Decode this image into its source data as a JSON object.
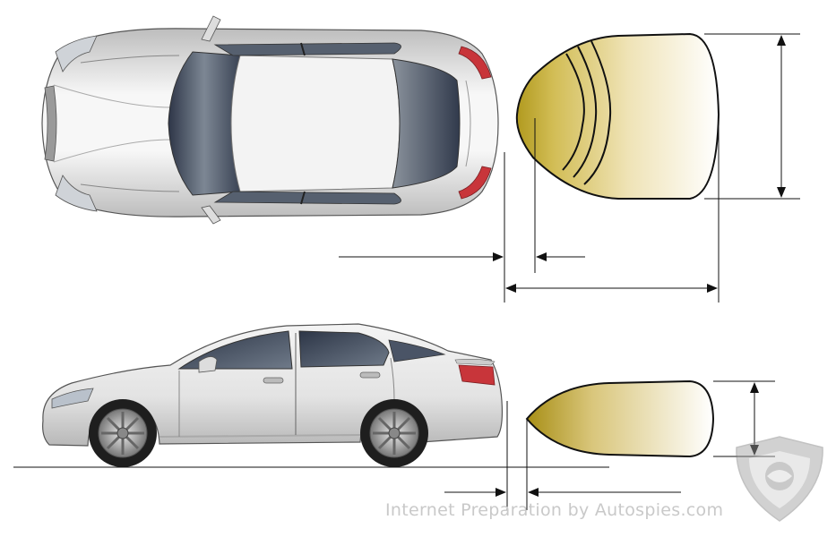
{
  "watermark": {
    "text": "Internet Preparation by Autospies.com",
    "logo_icon": "autospies-shield-logo"
  },
  "colors": {
    "beam_core": "#b8a02a",
    "beam_fade": "#ffffff",
    "car_body": "#e6e6e6",
    "glass_dark": "#3f4a5e",
    "tail_light": "#c8353a",
    "dimension_line": "#111111"
  },
  "views": {
    "top_view_name": "car-top-view",
    "side_view_name": "car-side-view"
  }
}
